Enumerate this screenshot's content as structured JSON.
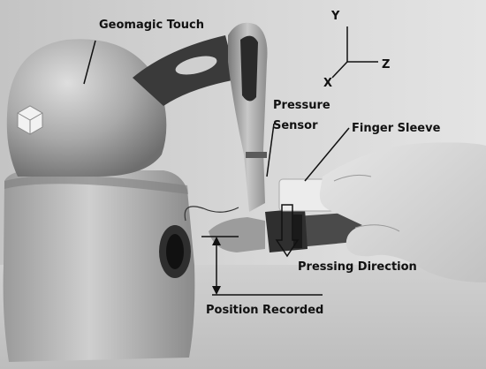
{
  "labels": {
    "device": "Geomagic Touch",
    "pressure": "Pressure",
    "sensor": "Sensor",
    "finger_sleeve": "Finger Sleeve",
    "pressing_direction": "Pressing Direction",
    "position_recorded": "Position Recorded"
  },
  "axes": {
    "y": "Y",
    "z": "Z",
    "x": "X"
  },
  "colors": {
    "annotation": "#111111",
    "photo_tone": "grayscale"
  }
}
